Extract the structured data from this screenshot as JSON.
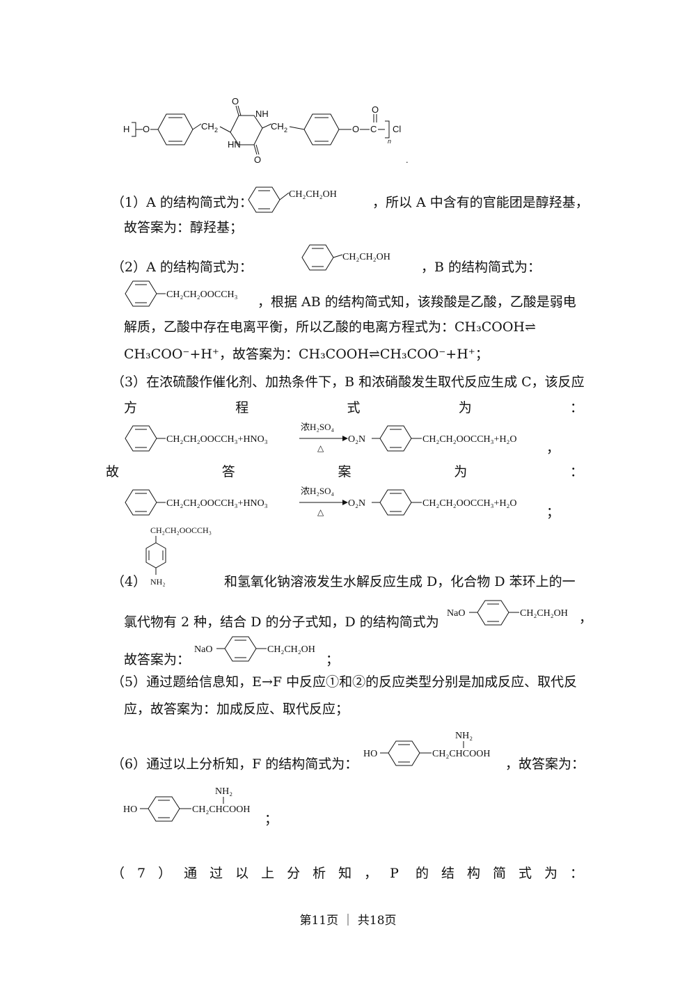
{
  "polymer": {
    "h": "H",
    "o": "O",
    "ch2a": "CH",
    "ch2b": "CH",
    "o1": "O",
    "nh": "NH",
    "hn": "HN",
    "o2": "O",
    "o3": "O",
    "oc": "O",
    "c": "C",
    "n": "n",
    "cl": "Cl",
    "dot": "."
  },
  "q1": {
    "prefix": "（1）A 的结构简式为：",
    "suffix": "，所以 A 中含有的官能团是醇羟基，",
    "line2": "故答案为：醇羟基；",
    "struct": "CH₂CH₂OH"
  },
  "q2": {
    "prefix": "（2）A 的结构简式为：",
    "mid": "，B 的结构简式为：",
    "structA": "CH₂CH₂OH",
    "structB": "CH₂CH₂OOCCH₃",
    "line2": "，根据 AB 的结构简式知，该羧酸是乙酸，乙酸是弱电",
    "line3": "解质，乙酸中存在电离平衡，所以乙酸的电离方程式为：CH₃COOH⇌",
    "line4": "CH₃COO⁻+H⁺，故答案为：CH₃COOH⇌CH₃COO⁻+H⁺；"
  },
  "q3": {
    "line1": "（3）在浓硫酸作催化剂、加热条件下，B 和浓硝酸发生取代反应生成 C，该反应",
    "line2": "方程式为：",
    "line3": "故答案为：",
    "left": "CH₂CH₂OOCCH₃+HNO₃",
    "cond_top": "浓H₂SO₄",
    "cond_bot": "△",
    "o2n": "O₂N",
    "right": "CH₂CH₂OOCCH₃+H₂O",
    "end1": "，",
    "end2": "；"
  },
  "q4": {
    "num": "（4）",
    "top": "CH₂CH₂OOCCH₃",
    "nh2": "NH₂",
    "text1": "和氢氧化钠溶液发生水解反应生成 D，化合物 D 苯环上的一",
    "text2": "氯代物有 2 种，结合 D 的分子式知，D 的结构简式为",
    "text3": "故答案为：",
    "nao": "NaO",
    "chain": "CH₂CH₂OH",
    "end1": "，",
    "end2": "；"
  },
  "q5": {
    "line1": "（5）通过题给信息知，E→F 中反应①和②的反应类型分别是加成反应、取代反",
    "line2": "应，故答案为：加成反应、取代反应；"
  },
  "q6": {
    "prefix": "（6）通过以上分析知，F 的结构简式为：",
    "suffix": "，故答案为：",
    "ho": "HO",
    "nh2": "NH₂",
    "chain": "CH₂CHCOOH",
    "end": "；"
  },
  "q7": {
    "line": "（7）通过以上分析知，P 的结构简式为："
  },
  "footer": "第11页 ｜ 共18页"
}
